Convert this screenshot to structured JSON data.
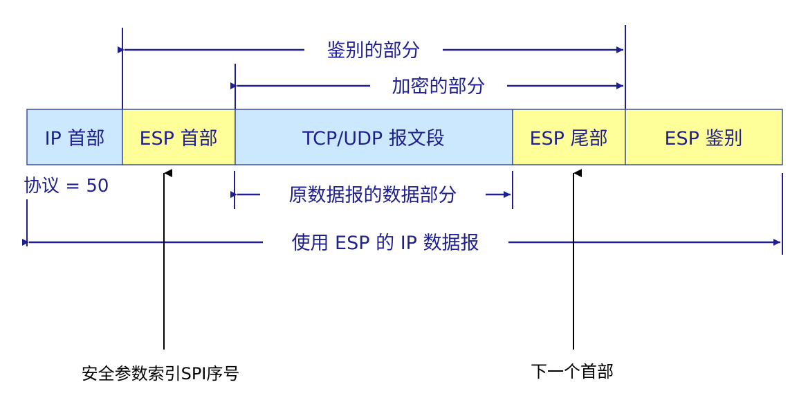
{
  "segments": [
    {
      "label": "IP 首部",
      "fill": "#cce8ff"
    },
    {
      "label": "ESP 首部",
      "fill": "#ffff99"
    },
    {
      "label": "TCP/UDP 报文段",
      "fill": "#cce8ff"
    },
    {
      "label": "ESP 尾部",
      "fill": "#ffff99"
    },
    {
      "label": "ESP 鉴别",
      "fill": "#ffff99"
    }
  ],
  "spans": {
    "authenticated": "鉴别的部分",
    "encrypted": "加密的部分",
    "original_data": "原数据报的数据部分",
    "esp_datagram": "使用 ESP 的 IP 数据报"
  },
  "protocol_note": "协议 = 50",
  "pointers": {
    "esp_header": "安全参数索引SPI序号",
    "esp_trailer": "下一个首部"
  },
  "colors": {
    "line": "#1f1f8f",
    "border": "#3b4fa0",
    "note_text": "#000000"
  }
}
